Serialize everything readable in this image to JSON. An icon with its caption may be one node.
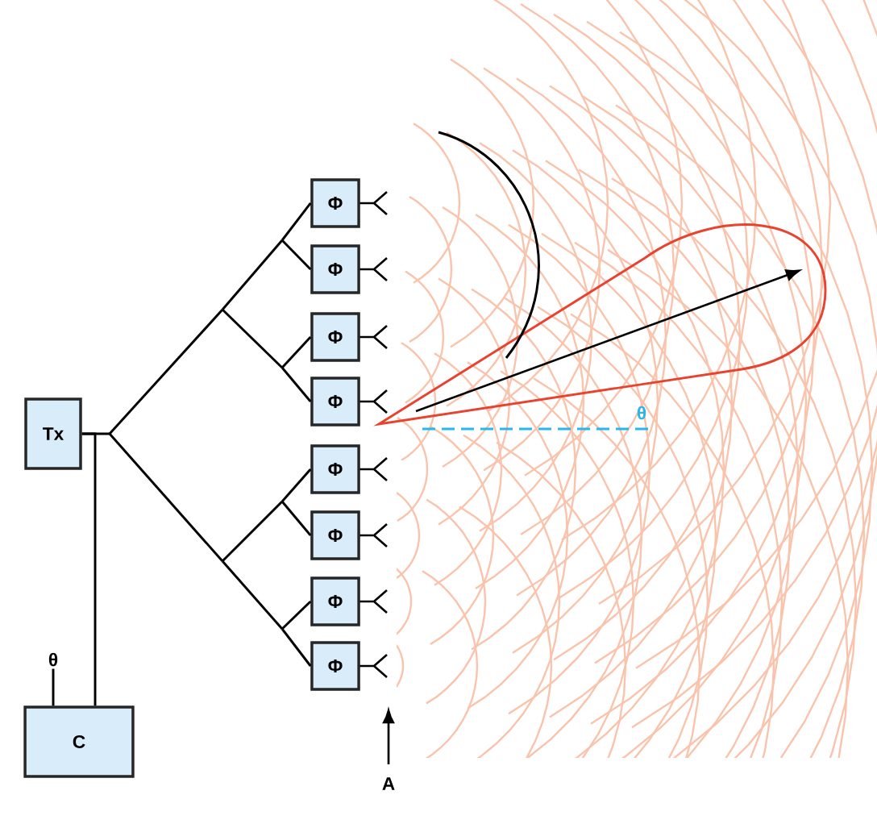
{
  "diagram": {
    "nodes": [
      {
        "text": [
          "Tx"
        ]
      },
      {
        "text": [
          "C"
        ]
      },
      {
        "text": [
          "Φ"
        ]
      },
      {
        "text": [
          "Φ"
        ]
      },
      {
        "text": [
          "Φ"
        ]
      },
      {
        "text": [
          "Φ"
        ]
      },
      {
        "text": [
          "Φ"
        ]
      },
      {
        "text": [
          "Φ"
        ]
      },
      {
        "text": [
          "Φ"
        ]
      },
      {
        "text": [
          "Φ"
        ]
      },
      {
        "text": [
          "θ"
        ]
      }
    ],
    "edges": [
      {
        "from": 0,
        "to": 2,
        "arrow": "none"
      },
      {
        "from": 0,
        "to": 3,
        "arrow": "none"
      },
      {
        "from": 0,
        "to": 4,
        "arrow": "none"
      },
      {
        "from": 0,
        "to": 5,
        "arrow": "none"
      },
      {
        "from": 0,
        "to": 6,
        "arrow": "none"
      },
      {
        "from": 0,
        "to": 7,
        "arrow": "none"
      },
      {
        "from": 0,
        "to": 8,
        "arrow": "none"
      },
      {
        "from": 0,
        "to": 9,
        "arrow": "none"
      },
      {
        "from": 1,
        "to": 0,
        "arrow": "none"
      },
      {
        "from": 10,
        "to": 1,
        "arrow": "none"
      }
    ],
    "labels": [
      "θ",
      "A"
    ]
  }
}
